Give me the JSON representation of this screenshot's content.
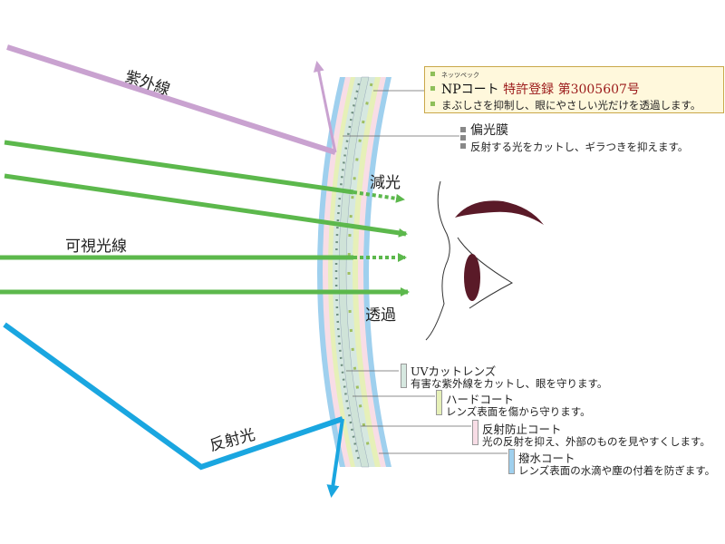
{
  "labels": {
    "uv": "紫外線",
    "visible": "可視光線",
    "reflected": "反射光",
    "reduced": "減光",
    "transmitted": "透過"
  },
  "np_callout": {
    "small_label": "ネッツペック",
    "title_prefix": "NPコート",
    "title_highlight": "特許登録 第3005607号",
    "description": "まぶしさを抑制し、眼にやさしい光だけを透過します。"
  },
  "polarizer": {
    "title": "偏光膜",
    "description": "反射する光をカットし、ギラつきを抑えます。"
  },
  "layers": [
    {
      "title": "UVカットレンズ",
      "description": "有害な紫外線をカットし、眼を守ります。",
      "color": "#d6e8e0"
    },
    {
      "title": "ハードコート",
      "description": "レンズ表面を傷から守ります。",
      "color": "#e6f0b8"
    },
    {
      "title": "反射防止コート",
      "description": "光の反射を抑え、外部のものを見やすくします。",
      "color": "#f8dde6"
    },
    {
      "title": "撥水コート",
      "description": "レンズ表面の水滴や塵の付着を防ぎます。",
      "color": "#9fd0ee"
    }
  ],
  "colors": {
    "uv_ray": "#c9a2d0",
    "visible_ray": "#5cb84c",
    "reflected_ray": "#1aa6e0",
    "eyebrow": "#5a1a28",
    "np_box_bg": "#fff8dc"
  }
}
